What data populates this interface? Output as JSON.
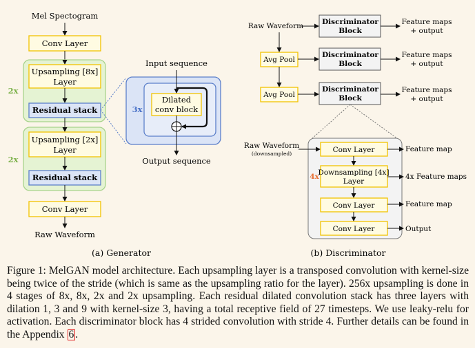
{
  "colors": {
    "yellow_fill": "#fffbe2",
    "yellow_border": "#f2c300",
    "green_fill": "#e5f3d3",
    "green_border": "#a8d38c",
    "green_text": "#7eb24d",
    "blue_fill": "#dbe4f6",
    "blue_border": "#5b7fca",
    "blue_text": "#4a72c8",
    "orange_text": "#e8733a",
    "gray_fill": "#f3f3f3"
  },
  "generator": {
    "input": "Mel Spectogram",
    "conv_top": "Conv Layer",
    "up1_line1": "Upsampling [8x]",
    "up1_line2": "Layer",
    "res1": "Residual stack",
    "mult1": "2x",
    "up2_line1": "Upsampling [2x]",
    "up2_line2": "Layer",
    "res2": "Residual stack",
    "mult2": "2x",
    "conv_bottom": "Conv Layer",
    "output": "Raw Waveform",
    "caption": "(a) Generator"
  },
  "residual": {
    "input": "Input sequence",
    "block_line1": "Dilated",
    "block_line2": "conv block",
    "mult": "3x",
    "output": "Output sequence"
  },
  "discriminator": {
    "raw_waveform": "Raw Waveform",
    "avgpool1": "Avg Pool",
    "avgpool2": "Avg Pool",
    "block_line1": "Discriminator",
    "block_line2": "Block",
    "feat_line1": "Feature maps",
    "feat_line2": "+ output",
    "detail_input_line1": "Raw Waveform",
    "detail_input_line2": "(downsampled)",
    "conv1": "Conv Layer",
    "down_line1": "Downsampling [4x]",
    "down_line2": "Layer",
    "mult": "4x",
    "conv2": "Conv Layer",
    "conv3": "Conv Layer",
    "out_feature_map1": "Feature map",
    "out_4x_feature_maps": "4x Feature maps",
    "out_feature_map2": "Feature map",
    "out_output": "Output",
    "caption": "(b) Discriminator"
  },
  "figure_caption": {
    "text": "Figure 1: MelGAN model architecture. Each upsampling layer is a transposed convolution with kernel-size being twice of the stride (which is same as the upsampling ratio for the layer). 256x upsampling is done in 4 stages of 8x, 8x, 2x and 2x upsampling. Each residual dilated convolution stack has three layers with dilation 1, 3 and 9 with kernel-size 3, having a total receptive field of 27 timesteps. We use leaky-relu for activation. Each discriminator block has 4 strided convolution with stride 4. Further details can be found in the Appendix",
    "ref": "6",
    "end": "."
  }
}
